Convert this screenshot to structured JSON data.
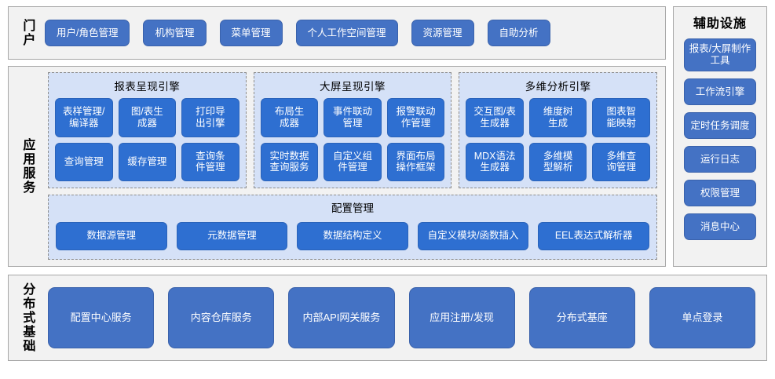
{
  "portal": {
    "band_label": "门户",
    "buttons": [
      {
        "label": "用户/角色管理"
      },
      {
        "label": "机构管理"
      },
      {
        "label": "菜单管理"
      },
      {
        "label": "个人工作空间管理"
      },
      {
        "label": "资源管理"
      },
      {
        "label": "自助分析"
      }
    ]
  },
  "aux": {
    "title": "辅助设施",
    "items": [
      {
        "label": "报表/大屏制作工具",
        "tall": true
      },
      {
        "label": "工作流引擎",
        "tall": false
      },
      {
        "label": "定时任务调度",
        "tall": false
      },
      {
        "label": "运行日志",
        "tall": false
      },
      {
        "label": "权限管理",
        "tall": false
      },
      {
        "label": "消息中心",
        "tall": false
      }
    ]
  },
  "app_services": {
    "band_label": "应用服务",
    "engines": [
      {
        "title": "报表呈现引擎",
        "cells": [
          "表样管理/\n编译器",
          "图/表生\n成器",
          "打印导\n出引擎",
          "查询管理",
          "缓存管理",
          "查询条\n件管理"
        ]
      },
      {
        "title": "大屏呈现引擎",
        "cells": [
          "布局生\n成器",
          "事件联动\n管理",
          "报警联动\n作管理",
          "实时数据\n查询服务",
          "自定义组\n件管理",
          "界面布局\n操作框架"
        ]
      },
      {
        "title": "多维分析引擎",
        "cells": [
          "交互图/表\n生成器",
          "维度树\n生成",
          "图表智\n能映射",
          "MDX语法\n生成器",
          "多维模\n型解析",
          "多维查\n询管理"
        ]
      }
    ],
    "config": {
      "title": "配置管理",
      "items": [
        {
          "label": "数据源管理"
        },
        {
          "label": "元数据管理"
        },
        {
          "label": "数据结构定义"
        },
        {
          "label": "自定义模块/函数插入"
        },
        {
          "label": "EEL表达式解析器"
        }
      ]
    }
  },
  "base": {
    "band_label": "分布式基础",
    "items": [
      {
        "label": "配置中心服务"
      },
      {
        "label": "内容仓库服务"
      },
      {
        "label": "内部API网关服务"
      },
      {
        "label": "应用注册/发现"
      },
      {
        "label": "分布式基座"
      },
      {
        "label": "单点登录"
      }
    ]
  },
  "colors": {
    "panel_bg": "#F2F2F2",
    "panel_border": "#A6A6A6",
    "engine_bg": "#D5E1F7",
    "engine_border": "#8C8C8C",
    "button_outer": "#4472C4",
    "button_inner": "#2E6FD1",
    "text_on_button": "#FFFFFF"
  }
}
